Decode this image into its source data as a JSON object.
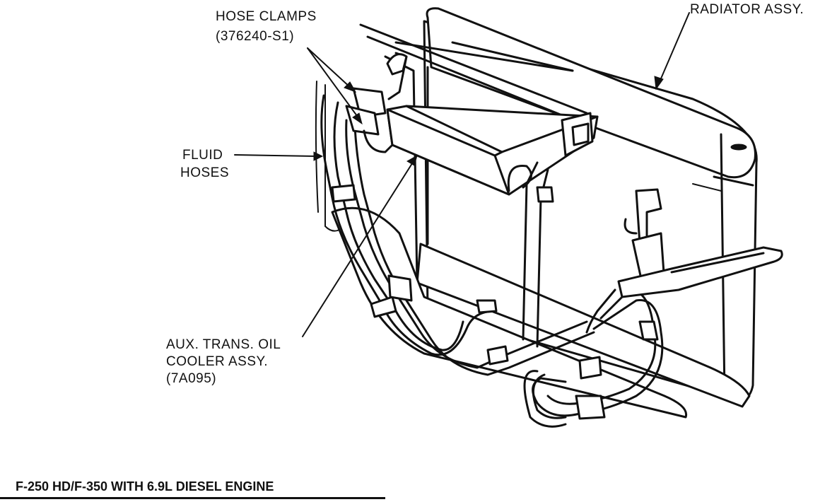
{
  "labels": {
    "radiator": "RADIATOR ASSY.",
    "hose_clamps_line1": "HOSE CLAMPS",
    "hose_clamps_line2": "(376240-S1)",
    "fluid_hoses_line1": "FLUID",
    "fluid_hoses_line2": "HOSES",
    "cooler_line1": "AUX. TRANS. OIL",
    "cooler_line2": "COOLER ASSY.",
    "cooler_line3": "(7A095)"
  },
  "caption": "F-250 HD/F-350 WITH 6.9L DIESEL ENGINE",
  "colors": {
    "ink": "#111111",
    "paper": "#ffffff"
  }
}
